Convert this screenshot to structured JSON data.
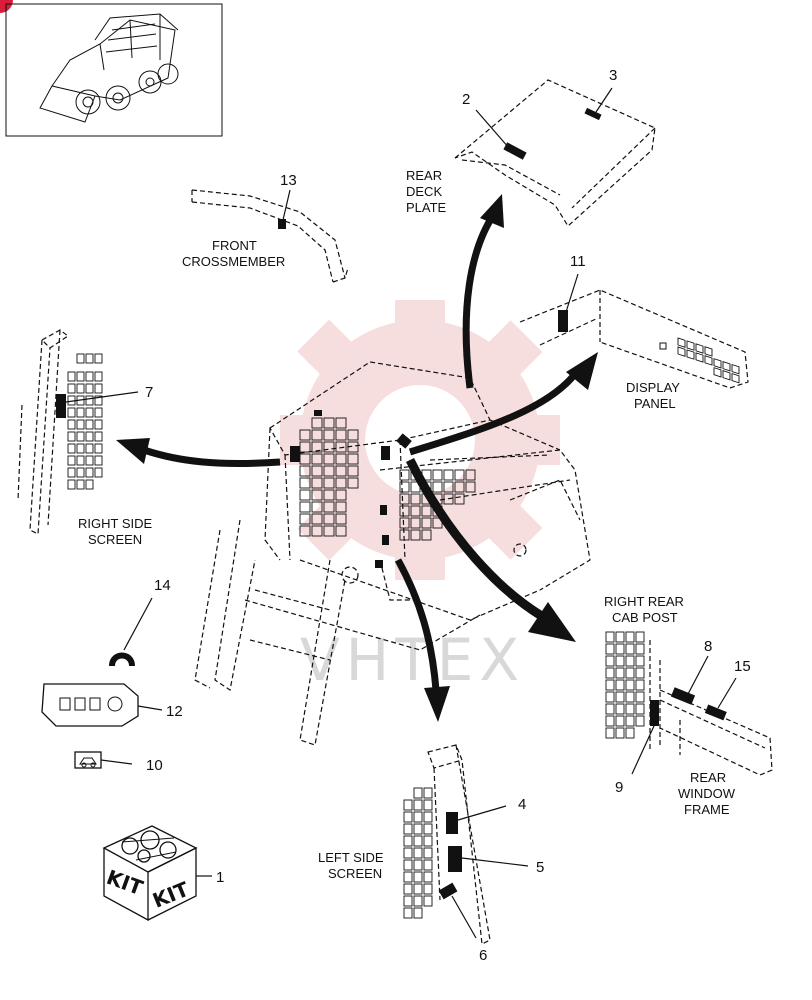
{
  "watermark": "VHTEX",
  "labels": {
    "rear_deck_plate": [
      "REAR",
      "DECK",
      "PLATE"
    ],
    "front_crossmember": [
      "FRONT",
      "CROSSMEMBER"
    ],
    "display_panel": [
      "DISPLAY",
      "PANEL"
    ],
    "right_side_screen": [
      "RIGHT SIDE",
      "SCREEN"
    ],
    "right_rear_cab_post": [
      "RIGHT REAR",
      "CAB POST"
    ],
    "rear_window_frame": [
      "REAR",
      "WINDOW",
      "FRAME"
    ],
    "left_side_screen": [
      "LEFT SIDE",
      "SCREEN"
    ],
    "kit_text": "KIT"
  },
  "callouts": {
    "c1": "1",
    "c2": "2",
    "c3": "3",
    "c4": "4",
    "c5": "5",
    "c6": "6",
    "c7": "7",
    "c8": "8",
    "c9": "9",
    "c10": "10",
    "c11": "11",
    "c12": "12",
    "c13": "13",
    "c14": "14",
    "c15": "15"
  },
  "colors": {
    "ink": "#111111",
    "watermark": "#e9a3a3",
    "corner_badge": "#d81e3a"
  }
}
